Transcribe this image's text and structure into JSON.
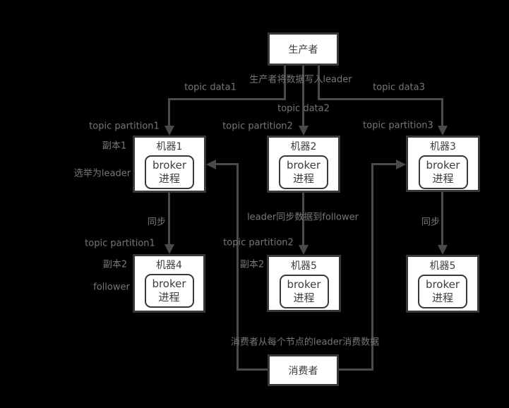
{
  "diagram": {
    "colors": {
      "background": "#000000",
      "box_fill": "#ffffff",
      "box_border": "#383838",
      "box_text": "#3d3d3d",
      "line": "#4a4a4a",
      "label_text": "#777777"
    },
    "nodes": {
      "producer": {
        "label": "生产者"
      },
      "machine1": {
        "title": "机器1",
        "broker_line1": "broker",
        "broker_line2": "进程"
      },
      "machine2": {
        "title": "机器2",
        "broker_line1": "broker",
        "broker_line2": "进程"
      },
      "machine3": {
        "title": "机器3",
        "broker_line1": "broker",
        "broker_line2": "进程"
      },
      "machine4": {
        "title": "机器4",
        "broker_line1": "broker",
        "broker_line2": "进程"
      },
      "machine5_mid": {
        "title": "机器5",
        "broker_line1": "broker",
        "broker_line2": "进程"
      },
      "machine5_right": {
        "title": "机器5",
        "broker_line1": "broker",
        "broker_line2": "进程"
      },
      "consumer": {
        "label": "消费者"
      }
    },
    "labels": {
      "producer_note": "生产者将数据写入leader",
      "topic_data1": "topic data1",
      "topic_data2": "topic data2",
      "topic_data3": "topic data3",
      "topic_partition1_top": "topic partition1",
      "topic_partition2_top": "topic partition2",
      "topic_partition3": "topic partition3",
      "replica1": "副本1",
      "elected_leader": "选举为leader",
      "sync_left": "同步",
      "leader_sync": "leader同步数据到follower",
      "sync_right": "同步",
      "topic_partition1_bottom": "topic partition1",
      "topic_partition2_bottom": "topic partition2",
      "replica2_left": "副本2",
      "follower": "follower",
      "replica2_mid": "副本2",
      "consumer_note": "消费者从每个节点的leader消费数据"
    }
  }
}
